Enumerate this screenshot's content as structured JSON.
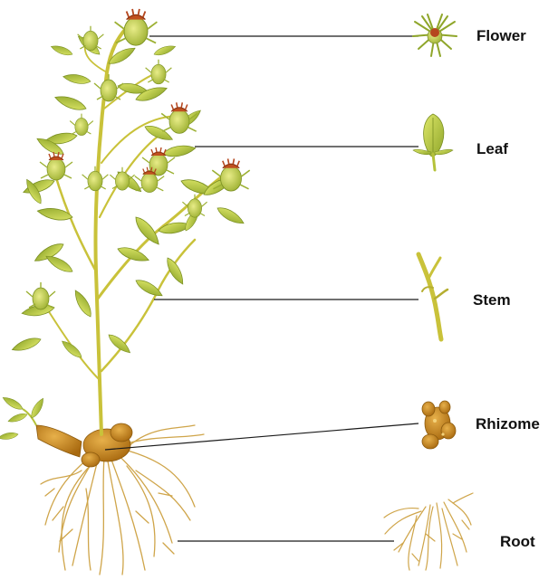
{
  "labels": {
    "flower": "Flower",
    "leaf": "Leaf",
    "stem": "Stem",
    "rhizome": "Rhizome",
    "root": "Root"
  },
  "colors": {
    "leaf_light": "#c8d64a",
    "leaf_dark": "#8fa62a",
    "stem": "#c9c23a",
    "flower_red": "#b5471f",
    "rhizome": "#c98a1e",
    "root": "#cfa54a",
    "line": "#1a1a1a"
  }
}
